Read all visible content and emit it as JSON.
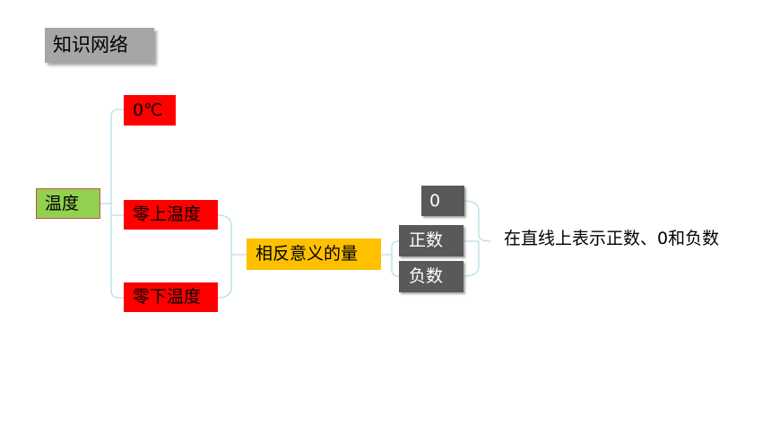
{
  "title": "知识网络",
  "nodes": {
    "wendu": "温度",
    "zero_c": "0℃",
    "above_zero": "零上温度",
    "below_zero": "零下温度",
    "opposite": "相反意义的量",
    "zero": "0",
    "positive": "正数",
    "negative": "负数",
    "number_line": "在直线上表示正数、0和负数"
  },
  "colors": {
    "connector": "#b7dde8",
    "root_fill": "#92d050",
    "red_fill": "#ff0000",
    "orange_fill": "#ffc000",
    "gray_fill": "#595959",
    "title_fill": "#a6a6a6"
  }
}
